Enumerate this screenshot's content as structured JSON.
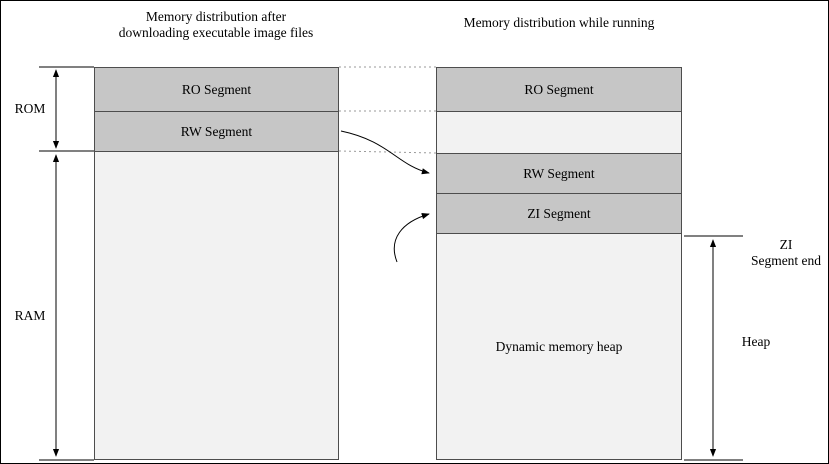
{
  "left": {
    "title": "Memory distribution after downloading executable image files",
    "ro": "RO Segment",
    "rw": "RW Segment"
  },
  "right": {
    "title": "Memory distribution while running",
    "ro": "RO Segment",
    "rw": "RW Segment",
    "zi": "ZI Segment",
    "heap": "Dynamic memory heap"
  },
  "labels": {
    "rom": "ROM",
    "ram": "RAM",
    "zi_end_line1": "ZI",
    "zi_end_line2": "Segment end",
    "heap": "Heap"
  },
  "colors": {
    "segment_fill": "#c6c6c6",
    "free_fill": "#f2f2f2",
    "border": "#4d4d4d",
    "dotted_line": "#9a9a9a"
  }
}
